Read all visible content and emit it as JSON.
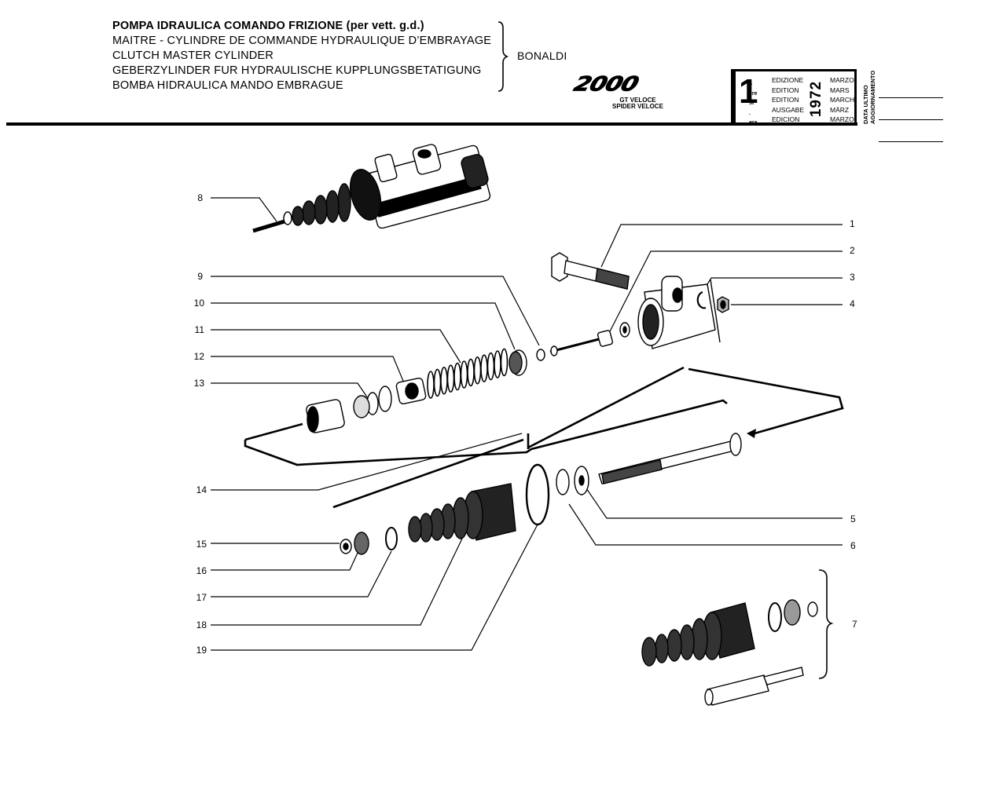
{
  "header": {
    "titles": [
      "POMPA IDRAULICA COMANDO FRIZIONE (per vett. g.d.)",
      "MAITRE - CYLINDRE DE COMMANDE HYDRAULIQUE D’EMBRAYAGE",
      "CLUTCH MASTER CYLINDER",
      "GEBERZYLINDER FUR HYDRAULISCHE KUPPLUNGSBETATIGUNG",
      "BOMBA HIDRAULICA MANDO EMBRAGUE"
    ],
    "supplier": "BONALDI",
    "logo": {
      "model": "2000",
      "sub1": "GT VELOCE",
      "sub2": "SPIDER VELOCE"
    }
  },
  "edition": {
    "number": "1",
    "suffixes": [
      "a",
      "ère",
      "st",
      ".",
      "era"
    ],
    "words": [
      "EDIZIONE",
      "EDITION",
      "EDITION",
      "AUSGABE",
      "EDICION"
    ],
    "year": "1972",
    "months": [
      "MARZO",
      "MARS",
      "MARCH",
      "MÄRZ",
      "MARZO"
    ],
    "update_label_1": "DATA ULTIMO",
    "update_label_2": "AGGIORNAMENTO"
  },
  "callouts": {
    "left": [
      "8",
      "9",
      "10",
      "11",
      "12",
      "13",
      "14",
      "15",
      "16",
      "17",
      "18",
      "19"
    ],
    "right": [
      "1",
      "2",
      "3",
      "4",
      "5",
      "6",
      "7"
    ]
  }
}
